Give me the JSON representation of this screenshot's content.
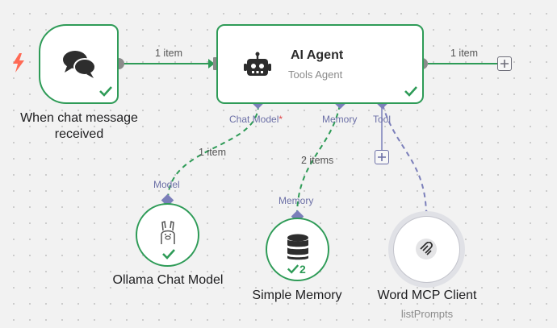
{
  "trigger": {
    "label_line1": "When chat message",
    "label_line2": "received",
    "icon": "chat-bubbles-icon",
    "status": "success"
  },
  "agent": {
    "title": "AI Agent",
    "subtitle": "Tools Agent",
    "icon": "robot-icon",
    "status": "success",
    "ports": {
      "chat_model": "Chat Model",
      "required_marker": "*",
      "memory": "Memory",
      "tool": "Tool"
    }
  },
  "connections": {
    "trigger_to_agent": "1 item",
    "agent_output": "1 item",
    "model_to_agent": "1 item",
    "memory_to_agent": "2 items"
  },
  "ollama": {
    "label": "Ollama Chat Model",
    "port_label": "Model",
    "icon": "llama-icon",
    "status": "success"
  },
  "memory": {
    "label": "Simple Memory",
    "port_label": "Memory",
    "icon": "database-icon",
    "run_count": "2"
  },
  "mcp": {
    "label": "Word MCP Client",
    "sublabel": "listPrompts",
    "icon": "mcp-icon"
  },
  "colors": {
    "success": "#2e9b57",
    "port": "#7b7fba",
    "trigger_bolt": "#ff6a55"
  }
}
